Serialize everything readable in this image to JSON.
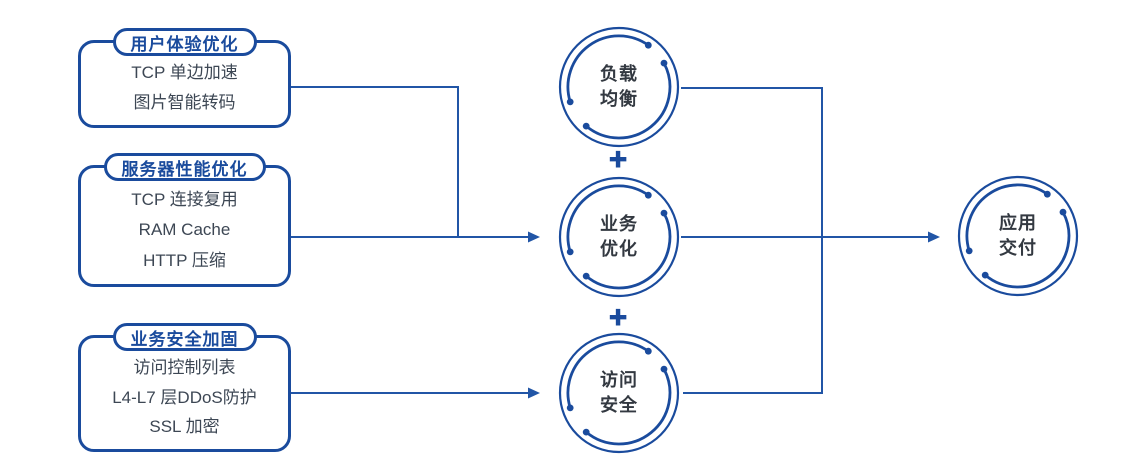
{
  "diagram": {
    "cards": [
      {
        "title": "用户体验优化",
        "items": [
          "TCP 单边加速",
          "图片智能转码"
        ]
      },
      {
        "title": "服务器性能优化",
        "items": [
          "TCP 连接复用",
          "RAM Cache",
          "HTTP 压缩"
        ]
      },
      {
        "title": "业务安全加固",
        "items": [
          "访问控制列表",
          "L4-L7 层DDoS防护",
          "SSL 加密"
        ]
      }
    ],
    "nodes": [
      {
        "id": "load-balancing",
        "lines": [
          "负载",
          "均衡"
        ]
      },
      {
        "id": "business-optimization",
        "lines": [
          "业务",
          "优化"
        ]
      },
      {
        "id": "access-security",
        "lines": [
          "访问",
          "安全"
        ]
      },
      {
        "id": "application-delivery",
        "lines": [
          "应用",
          "交付"
        ]
      }
    ],
    "operators": {
      "plus_top": "+",
      "plus_bottom": "+"
    },
    "colors": {
      "primary": "#1a4b9d",
      "line": "#2155a6",
      "body_text": "#3d4754",
      "node_text": "#333941"
    }
  }
}
